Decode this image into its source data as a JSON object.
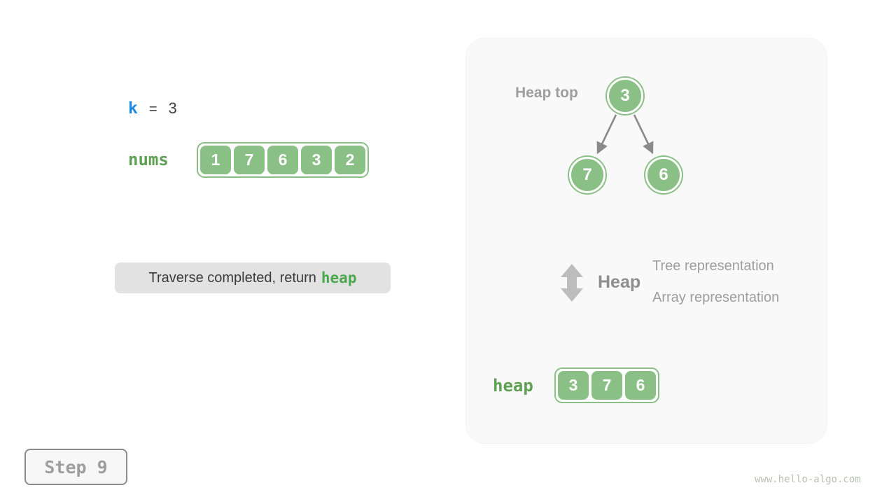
{
  "watermark": "www.hello-algo.com",
  "step": {
    "label": "Step 9"
  },
  "variables": {
    "k": {
      "name": "k",
      "op": "=",
      "value": "3"
    },
    "nums": {
      "label": "nums",
      "values": [
        "1",
        "7",
        "6",
        "3",
        "2"
      ]
    }
  },
  "message": {
    "prefix": "Traverse completed, return",
    "highlight": "heap"
  },
  "panel": {
    "heap_top_label": "Heap top",
    "tree": {
      "root": "3",
      "left_child": "7",
      "right_child": "6"
    },
    "legend": {
      "title": "Heap",
      "tree_line": "Tree representation",
      "array_line": "Array representation"
    },
    "heap": {
      "label": "heap",
      "values": [
        "3",
        "7",
        "6"
      ]
    }
  },
  "colors": {
    "node_green": "#8abf86",
    "label_green": "#5fa052",
    "k_blue": "#1e88e5",
    "dark_text": "#3a3a3a",
    "gray_text": "#9e9e9e",
    "edge_gray": "#8a8a8a",
    "icon_gray": "#bdbdbd",
    "message_bg": "#e2e2e2",
    "panel_bg": "#f9f9f9"
  }
}
